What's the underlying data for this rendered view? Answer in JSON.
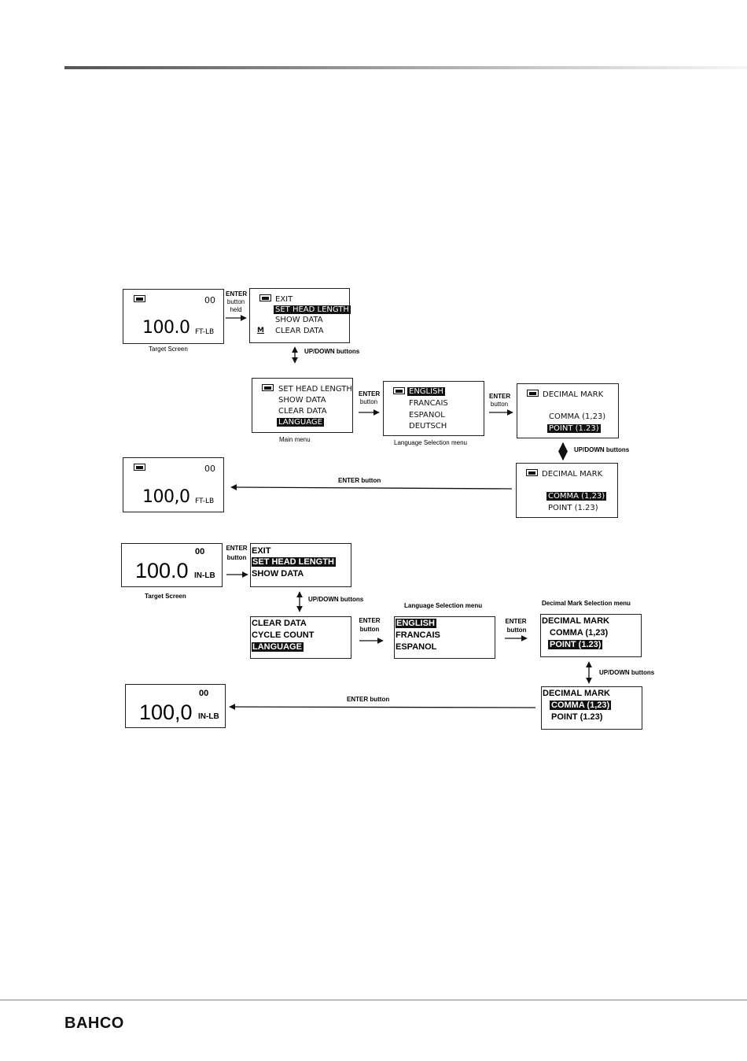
{
  "brand": "BAHCO",
  "diagram1": {
    "target": {
      "count": "00",
      "value": "100.0",
      "unit": "FT-LB",
      "caption": "Target Screen"
    },
    "enter_held": [
      "ENTER",
      "button",
      "held"
    ],
    "settings": {
      "items": [
        "EXIT",
        "SET HEAD LENGTH",
        "SHOW DATA",
        "CLEAR DATA"
      ],
      "mode_letter": "M"
    },
    "updown1": "UP/DOWN buttons",
    "main": {
      "items": [
        "SET HEAD LENGTH",
        "SHOW DATA",
        "CLEAR DATA",
        "LANGUAGE"
      ],
      "caption": "Main menu"
    },
    "enter1": [
      "ENTER",
      "button"
    ],
    "language": {
      "items": [
        "ENGLISH",
        "FRANCAIS",
        "ESPANOL",
        "DEUTSCH"
      ],
      "caption": "Language Selection  menu"
    },
    "enter2": [
      "ENTER",
      "button"
    ],
    "decimal_a": {
      "title": "DECIMAL MARK",
      "comma": "COMMA (1,23)",
      "point": "POINT (1.23)"
    },
    "updown2": "UP/DOWN buttons",
    "decimal_b": {
      "title": "DECIMAL MARK",
      "comma": "COMMA (1,23)",
      "point": "POINT (1.23)"
    },
    "enter_back": "ENTER button",
    "result": {
      "count": "00",
      "value": "100,0",
      "unit": "FT-LB"
    }
  },
  "diagram2": {
    "target": {
      "count": "00",
      "value": "100.0",
      "unit": "IN-LB",
      "caption": "Target Screen"
    },
    "enter_a": [
      "ENTER",
      "button"
    ],
    "settings": {
      "items": [
        "EXIT",
        "SET HEAD LENGTH",
        "SHOW DATA"
      ]
    },
    "updown1": "UP/DOWN buttons",
    "main": {
      "items": [
        "CLEAR DATA",
        "CYCLE COUNT",
        "LANGUAGE"
      ]
    },
    "enter1": [
      "ENTER",
      "button"
    ],
    "language": {
      "caption": "Language Selection menu",
      "items": [
        "ENGLISH",
        "FRANCAIS",
        "ESPANOL"
      ]
    },
    "enter2": [
      "ENTER",
      "button"
    ],
    "decimal_a": {
      "caption": "Decimal Mark Selection menu",
      "title": "DECIMAL MARK",
      "comma": "COMMA (1,23)",
      "point": "POINT (1.23)"
    },
    "updown2": "UP/DOWN buttons",
    "decimal_b": {
      "title": "DECIMAL MARK",
      "comma": "COMMA (1,23)",
      "point": "POINT (1.23)"
    },
    "enter_back": "ENTER button",
    "result": {
      "count": "00",
      "value": "100,0",
      "unit": "IN-LB"
    }
  }
}
